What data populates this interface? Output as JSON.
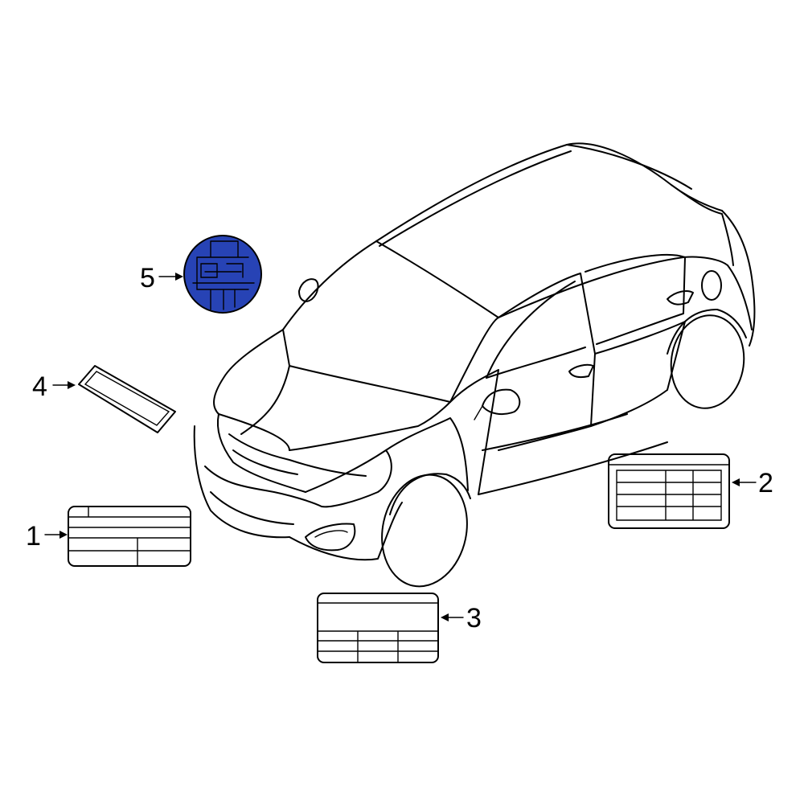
{
  "diagram": {
    "callouts": [
      {
        "id": "1",
        "label": "1"
      },
      {
        "id": "2",
        "label": "2"
      },
      {
        "id": "3",
        "label": "3"
      },
      {
        "id": "4",
        "label": "4"
      },
      {
        "id": "5",
        "label": "5"
      }
    ],
    "highlight_color": "#2743b5",
    "highlighted_part": "5"
  }
}
